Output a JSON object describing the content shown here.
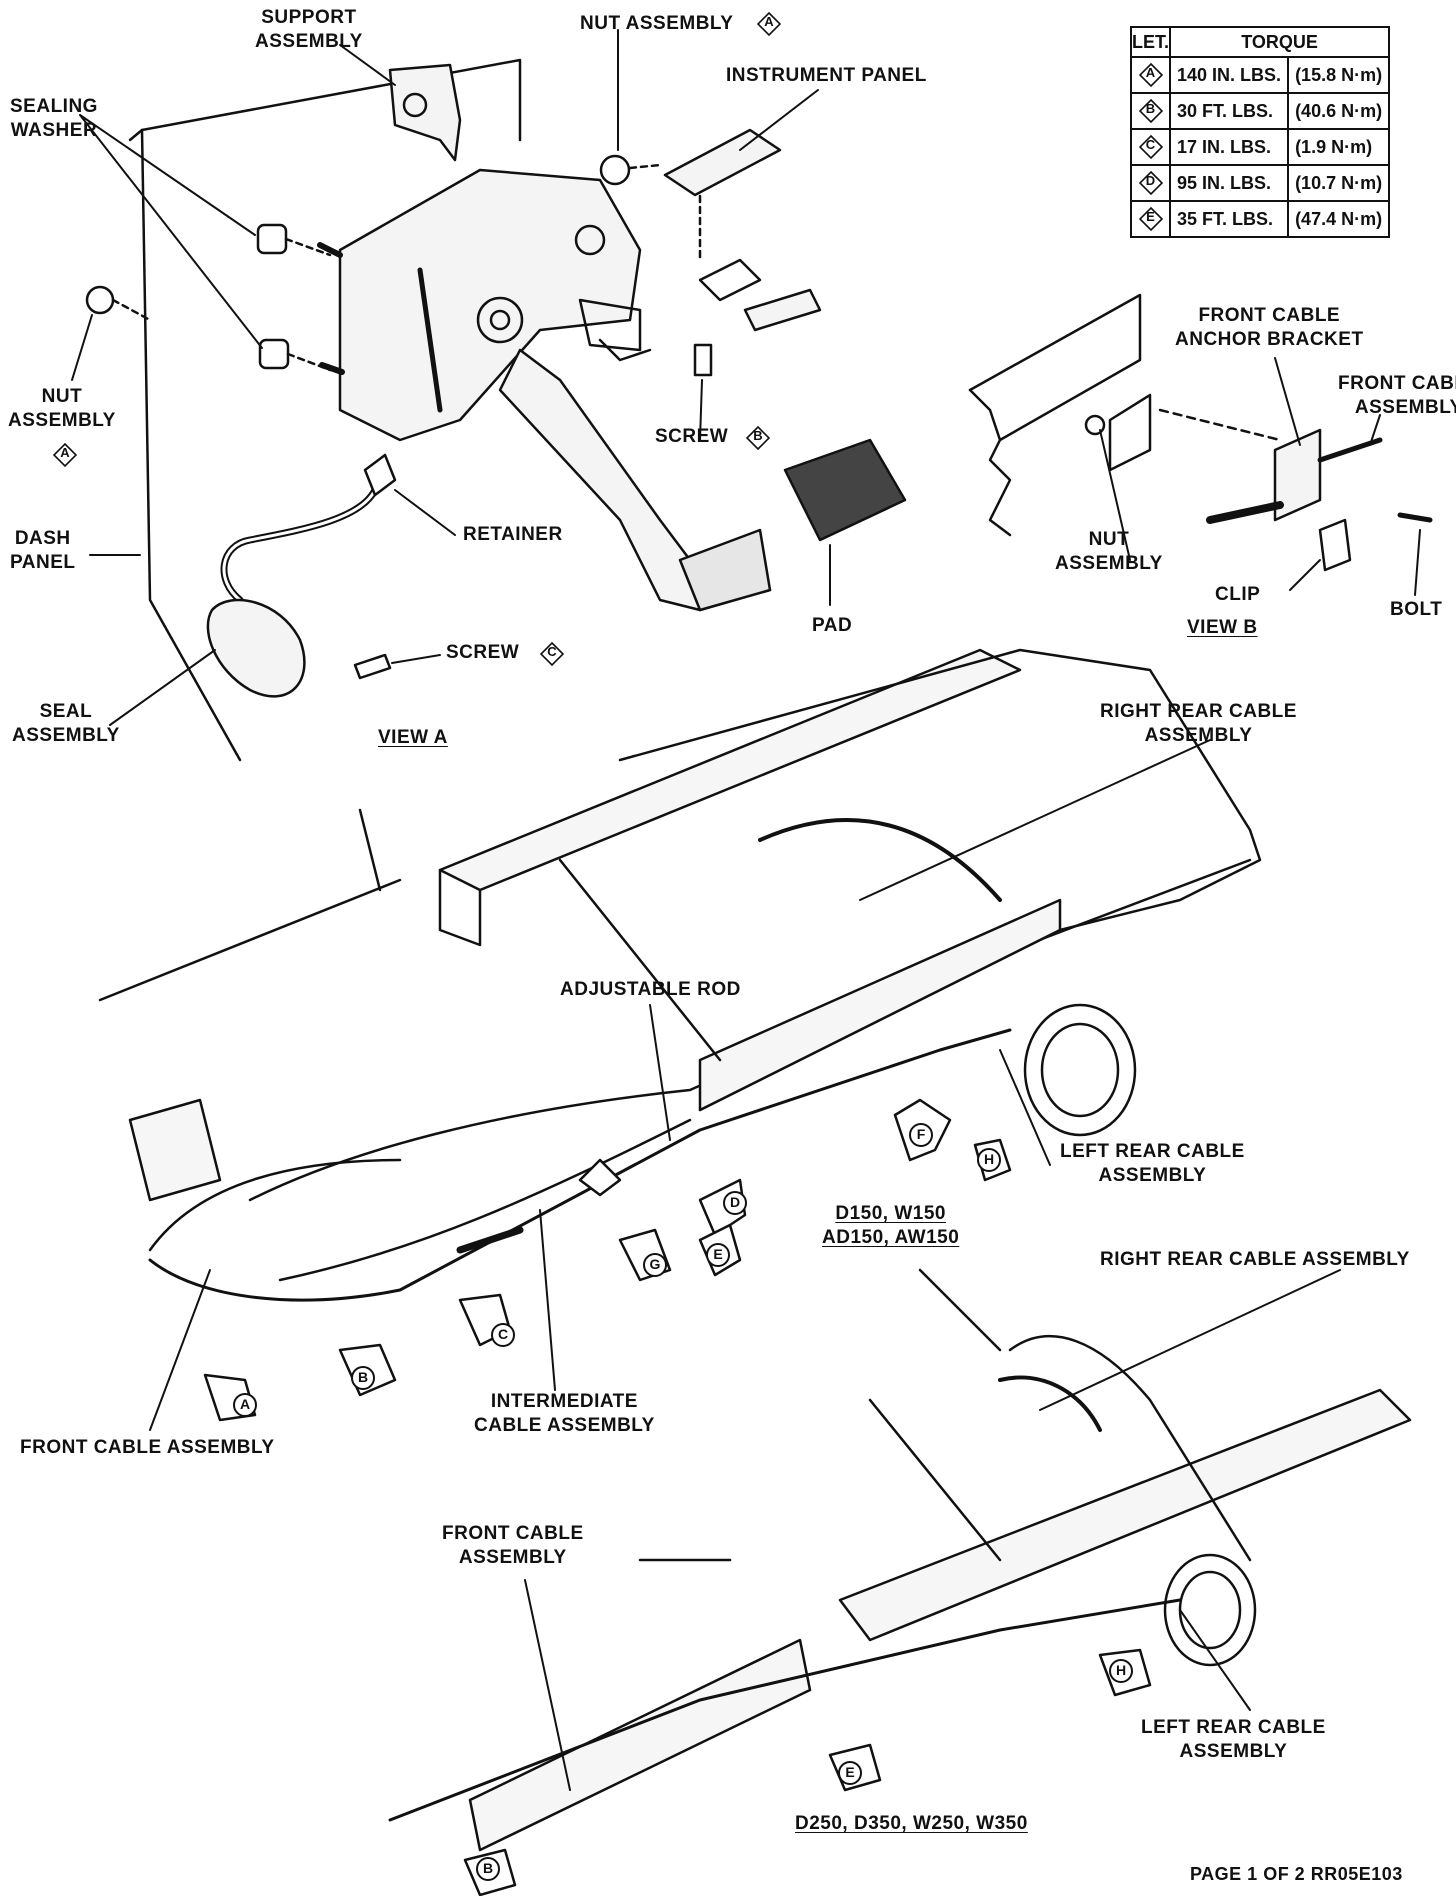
{
  "torque_table": {
    "header_let": "LET.",
    "header_torque": "TORQUE",
    "rows": [
      {
        "let": "A",
        "imperial": "140 IN. LBS.",
        "metric": "(15.8 N·m)"
      },
      {
        "let": "B",
        "imperial": "30 FT. LBS.",
        "metric": "(40.6 N·m)"
      },
      {
        "let": "C",
        "imperial": "17 IN. LBS.",
        "metric": "(1.9 N·m)"
      },
      {
        "let": "D",
        "imperial": "95 IN. LBS.",
        "metric": "(10.7 N·m)"
      },
      {
        "let": "E",
        "imperial": "35 FT. LBS.",
        "metric": "(47.4 N·m)"
      }
    ]
  },
  "view_a": {
    "support_assembly": "SUPPORT\nASSEMBLY",
    "nut_assembly_top": "NUT ASSEMBLY",
    "nut_assembly_top_letter": "A",
    "instrument_panel": "INSTRUMENT PANEL",
    "sealing_washer": "SEALING\nWASHER",
    "nut_assembly_left": "NUT\nASSEMBLY",
    "nut_assembly_left_letter": "A",
    "screw_b": "SCREW",
    "screw_b_letter": "B",
    "retainer": "RETAINER",
    "dash_panel": "DASH\nPANEL",
    "pad": "PAD",
    "screw_c": "SCREW",
    "screw_c_letter": "C",
    "seal_assembly": "SEAL\nASSEMBLY",
    "title": "VIEW A"
  },
  "view_b": {
    "front_cable_anchor_bracket": "FRONT CABLE\nANCHOR BRACKET",
    "front_cable_assembly": "FRONT CABLE\nASSEMBLY",
    "nut_assembly": "NUT\nASSEMBLY",
    "clip": "CLIP",
    "bolt": "BOLT",
    "title": "VIEW B"
  },
  "chassis_1": {
    "right_rear_cable": "RIGHT REAR CABLE\nASSEMBLY",
    "adjustable_rod": "ADJUSTABLE ROD",
    "left_rear_cable": "LEFT REAR CABLE\nASSEMBLY",
    "models": "D150, W150\nAD150, AW150",
    "intermediate_cable": "INTERMEDIATE\nCABLE ASSEMBLY",
    "front_cable": "FRONT CABLE ASSEMBLY",
    "callouts": [
      "F",
      "H",
      "D",
      "E",
      "G",
      "C",
      "B",
      "A"
    ]
  },
  "chassis_2": {
    "right_rear_cable": "RIGHT REAR CABLE ASSEMBLY",
    "front_cable": "FRONT CABLE\nASSEMBLY",
    "left_rear_cable": "LEFT REAR CABLE\nASSEMBLY",
    "models": "D250, D350, W250, W350",
    "callouts": [
      "H",
      "E",
      "B"
    ]
  },
  "footer": "PAGE 1 OF 2 RR05E103"
}
